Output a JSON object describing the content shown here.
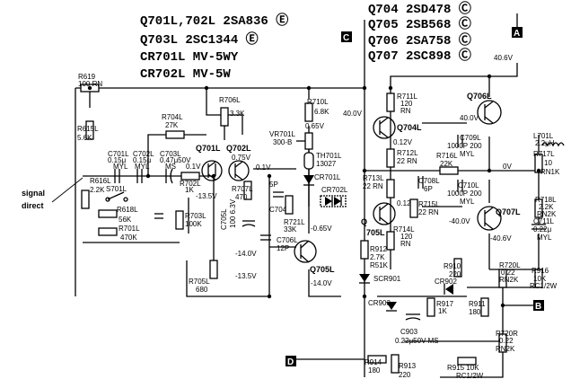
{
  "header": {
    "left": [
      {
        "text": "Q701L,702L  2SA836 Ⓔ"
      },
      {
        "text": "Q703L    2SC1344 Ⓔ"
      },
      {
        "text": "CR701L   MV-5WY"
      },
      {
        "text": "CR702L   MV-5W"
      }
    ],
    "right": [
      {
        "text": "Q704   2SD478 Ⓒ"
      },
      {
        "text": "Q705   2SB568 Ⓒ"
      },
      {
        "text": "Q706   2SA758 Ⓒ"
      },
      {
        "text": "Q707   2SC898 Ⓒ"
      }
    ]
  },
  "signal_label": {
    "line1": "signal",
    "line2": "direct"
  },
  "connectors": {
    "a": "A",
    "b": "B",
    "c": "C",
    "d": "D"
  },
  "labels": {
    "r619": "R619",
    "r619v": "100 RN",
    "r615": "R615L",
    "r615v": "5.6K",
    "r616": "R616L",
    "r616v": "2.2K",
    "s701": "S701L",
    "r618": "R618L",
    "r618v": "56K",
    "r701": "R701L",
    "r701v": "470K",
    "c701": "C701L",
    "c701v": "0.15μ",
    "c701t": "MYL",
    "c702": "C702L",
    "c702v": "0.15μ",
    "c702t": "MYL",
    "c703": "C703L",
    "c703v": "0.47μ50V",
    "c703t": "MS",
    "r704": "R704L",
    "r704v": "27K",
    "r702": "R702L",
    "r702v": "1K",
    "r703": "R703L",
    "r703v": "100K",
    "q701": "Q701L",
    "q702": "Q702L",
    "v01": "0.1V",
    "v075": "0.75V",
    "v135a": "-13.5V",
    "r706": "R706L",
    "r706v": "3.3K",
    "r707": "R707L",
    "r707v": "470",
    "v01b": "0.1V",
    "c705": "C705L",
    "c705v": "100 6.3V",
    "c704": "C704L",
    "c704v": "5P",
    "r721": "R721L",
    "r721v": "33K",
    "c706": "C706L",
    "c706v": "12P",
    "v140a": "-14.0V",
    "v140b": "-14.0V",
    "v065a": "-0.65V",
    "v135b": "-13.5V",
    "q705l": "Q705L",
    "r705": "R705L",
    "r705v": "680",
    "r710": "R710L",
    "r710v": "6.8K",
    "v065b": "0.65V",
    "vr701": "VR701L",
    "vr701v": "300-B",
    "th701": "TH701L",
    "th701v": "13027",
    "cr701": "CR701L",
    "cr702": "CR702L",
    "r711": "R711L",
    "r711v1": "120",
    "r711v2": "RN",
    "v400a": "40.0V",
    "q704": "Q704L",
    "v012": "0.12V",
    "r712": "R712L",
    "r712v": "22 RN",
    "q706": "Q706L",
    "v400b": "40.0V",
    "c709": "C709L",
    "c709v": "1000P 200",
    "c709t": "MYL",
    "r716": "R716L",
    "r716v": "22K",
    "r713": "R713L",
    "r713v": "22 RN",
    "c708": "C708L",
    "c708v": "6P",
    "c710": "C710L",
    "c710v": "1000P 200",
    "c710t": "MYL",
    "v012b": "0.12",
    "r715": "R715L",
    "r715v": "22 RN",
    "q705": "Q",
    "q705b": "705L",
    "r714": "R714L",
    "r714v1": "120",
    "r714v2": "RN",
    "v400c": "-40.0V",
    "q707": "Q707L",
    "v406a": "-40.6V",
    "v406b": "40.6V",
    "l701": "L701L",
    "l701v": "2.2μH",
    "ov": "0V",
    "r717": "R717L",
    "r717v": "10",
    "r717t": "RN1K",
    "r718": "R718L",
    "r718v": "2.2K",
    "r718t": "RN2K",
    "c711": "C711L",
    "c711v": "0.22μ",
    "c711t": "MYL",
    "r912": "R912",
    "r912v": "2.7K",
    "r912t": "R51K",
    "scr901": "SCR901",
    "cr903": "CR903",
    "cr902": "CR902",
    "r910": "R910",
    "r910v": "220",
    "r917": "R917",
    "r917v": "1K",
    "r911": "R911",
    "r911v": "180",
    "c903": "C903",
    "c903v": "0.22μ50V MS",
    "r914": "R914",
    "r914v": "180",
    "r913": "R913",
    "r913v": "220",
    "r915": "R915 10K",
    "r915v": "RC1/2W",
    "r720": "R720L",
    "r720v": "0.22",
    "r720t": "RN2K",
    "r720r": "R720R",
    "r720rv": "0.22",
    "r720rt": "RN2K",
    "r916": "R916",
    "r916v": "10K",
    "r916t": "RC1/2W"
  }
}
